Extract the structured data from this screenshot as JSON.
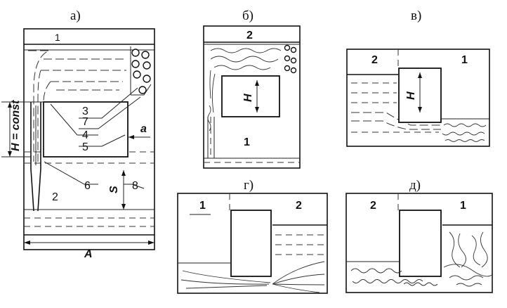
{
  "panels": {
    "a": {
      "caption": "а)",
      "labels": {
        "n1": "1",
        "n2": "2",
        "n3": "3",
        "n4": "4",
        "n5": "5",
        "n6": "6",
        "n7": "7",
        "n8": "8"
      },
      "dims": {
        "H": "H = const",
        "a": "a",
        "S": "S",
        "A": "A"
      }
    },
    "b": {
      "caption": "б)",
      "labels": {
        "n1": "1",
        "n2": "2"
      },
      "dims": {
        "H": "H"
      }
    },
    "v": {
      "caption": "в)",
      "labels": {
        "n1": "1",
        "n2": "2"
      },
      "dims": {
        "H": "H"
      }
    },
    "g": {
      "caption": "г)",
      "labels": {
        "n1": "1",
        "n2": "2"
      }
    },
    "d": {
      "caption": "д)",
      "labels": {
        "n1": "1",
        "n2": "2"
      }
    }
  }
}
